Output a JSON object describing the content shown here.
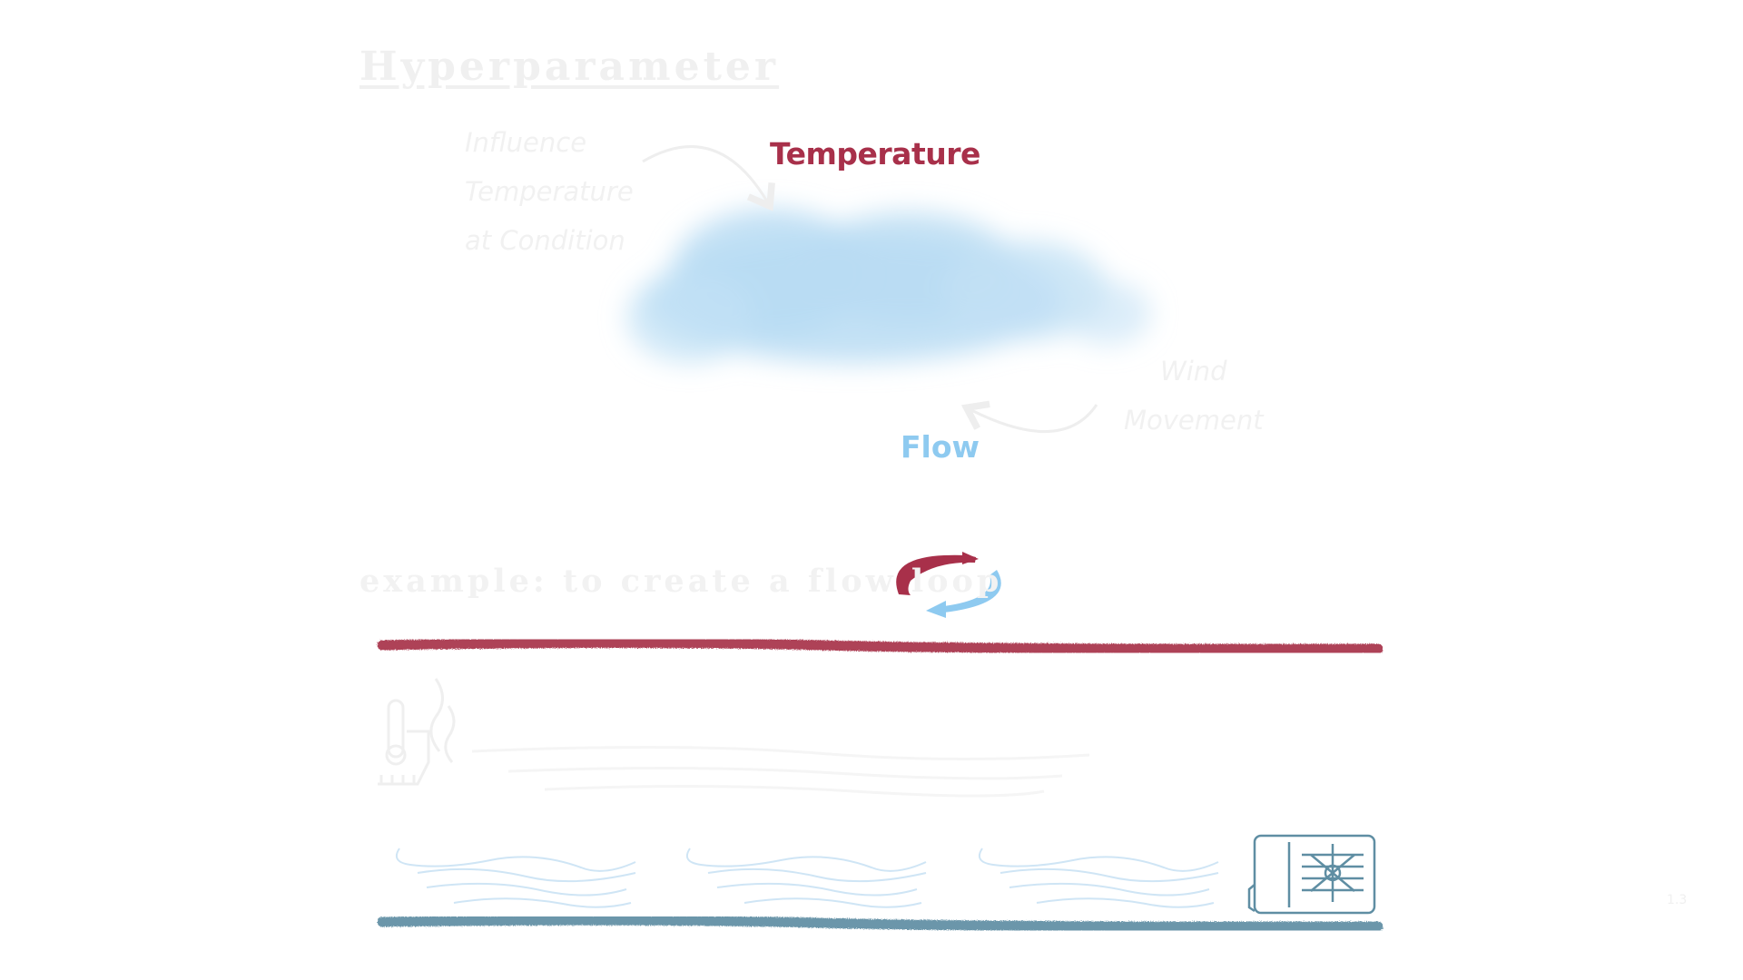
{
  "slide": {
    "heading": "Hyperparameter",
    "note_left": [
      "Influence",
      "Temperature",
      "at Condition"
    ],
    "label_temperature": "Temperature",
    "note_right": [
      "Wind",
      "Movement"
    ],
    "label_flow": "Flow",
    "example_text": "example: to create a flow loop",
    "corner_mark": "1.3"
  },
  "colors": {
    "temperature_red": "#a8304a",
    "flow_blue": "#8ecaf0",
    "cool_line": "#5f8ea3",
    "cloud": "#b9dcf3"
  },
  "icons": [
    "cloud-icon",
    "curved-arrow-icon",
    "cycle-arrows-icon",
    "heater-icon",
    "wind-icon",
    "air-conditioner-icon"
  ]
}
